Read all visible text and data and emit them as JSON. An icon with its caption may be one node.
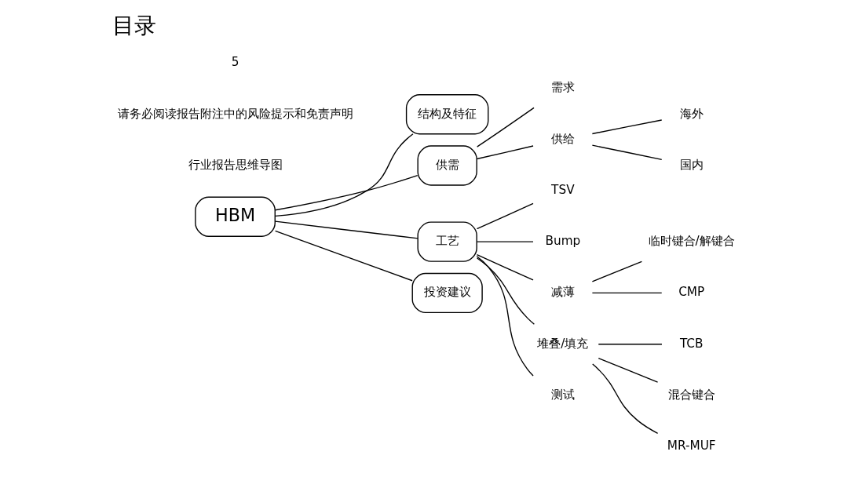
{
  "diagram": {
    "title": "目录",
    "nodes": [
      {
        "text": [
          "HBM"
        ]
      },
      {
        "text": [
          "结构及特征"
        ]
      },
      {
        "text": [
          "供需"
        ]
      },
      {
        "text": [
          "需求"
        ]
      },
      {
        "text": [
          "供给"
        ]
      },
      {
        "text": [
          "海外"
        ]
      },
      {
        "text": [
          "国内"
        ]
      },
      {
        "text": [
          "工艺"
        ]
      },
      {
        "text": [
          "TSV"
        ]
      },
      {
        "text": [
          "Bump"
        ]
      },
      {
        "text": [
          "减薄"
        ]
      },
      {
        "text": [
          "临时键合/解键合"
        ]
      },
      {
        "text": [
          "CMP"
        ]
      },
      {
        "text": [
          "堆叠/填充"
        ]
      },
      {
        "text": [
          "TCB"
        ]
      },
      {
        "text": [
          "混合键合"
        ]
      },
      {
        "text": [
          "MR-MUF"
        ]
      },
      {
        "text": [
          "测试"
        ]
      },
      {
        "text": [
          "投资建议"
        ]
      }
    ],
    "edges": [
      {
        "from": 0,
        "to": 1,
        "arrow": "none"
      },
      {
        "from": 0,
        "to": 2,
        "arrow": "none"
      },
      {
        "from": 0,
        "to": 7,
        "arrow": "none"
      },
      {
        "from": 0,
        "to": 18,
        "arrow": "none"
      },
      {
        "from": 2,
        "to": 3,
        "arrow": "none"
      },
      {
        "from": 2,
        "to": 4,
        "arrow": "none"
      },
      {
        "from": 4,
        "to": 5,
        "arrow": "none"
      },
      {
        "from": 4,
        "to": 6,
        "arrow": "none"
      },
      {
        "from": 7,
        "to": 8,
        "arrow": "none"
      },
      {
        "from": 7,
        "to": 9,
        "arrow": "none"
      },
      {
        "from": 7,
        "to": 10,
        "arrow": "none"
      },
      {
        "from": 7,
        "to": 13,
        "arrow": "none"
      },
      {
        "from": 7,
        "to": 17,
        "arrow": "none"
      },
      {
        "from": 10,
        "to": 11,
        "arrow": "none"
      },
      {
        "from": 10,
        "to": 12,
        "arrow": "none"
      },
      {
        "from": 13,
        "to": 14,
        "arrow": "none"
      },
      {
        "from": 13,
        "to": 15,
        "arrow": "none"
      },
      {
        "from": 13,
        "to": 16,
        "arrow": "none"
      }
    ],
    "labels": [
      "行业报告思维导图",
      "请务必阅读报告附注中的风险提示和免责声明",
      "5"
    ]
  }
}
